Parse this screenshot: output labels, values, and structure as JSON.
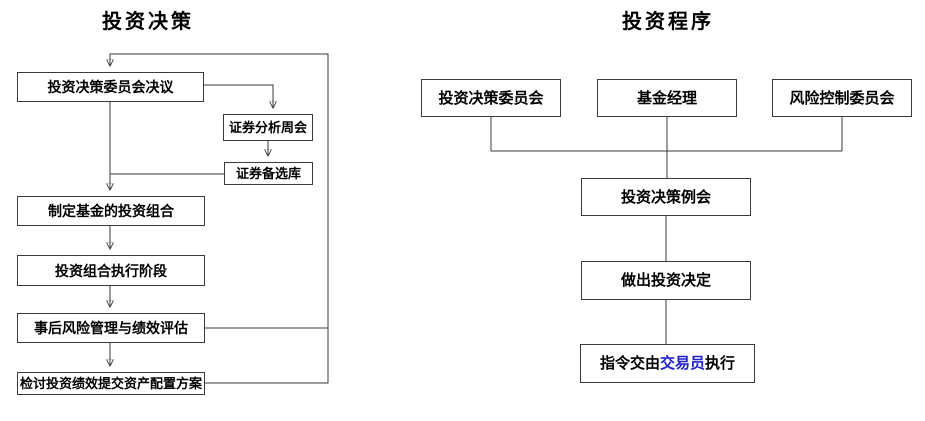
{
  "colors": {
    "line": "#3a3a3a",
    "text": "#000000",
    "highlight_text": "#2222cc",
    "background": "#ffffff"
  },
  "left_chart": {
    "title": "投资决策",
    "nodes": {
      "committee_resolution": "投资决策委员会决议",
      "securities_weekly_meeting": "证券分析周会",
      "securities_candidate_pool": "证券备选库",
      "formulate_portfolio": "制定基金的投资组合",
      "portfolio_execution": "投资组合执行阶段",
      "post_risk_evaluation": "事后风险管理与绩效评估",
      "review_performance": "检讨投资绩效提交资产配置方案"
    }
  },
  "right_chart": {
    "title": "投资程序",
    "nodes": {
      "investment_committee": "投资决策委员会",
      "fund_manager": "基金经理",
      "risk_control_committee": "风险控制委员会",
      "decision_meeting": "投资决策例会",
      "make_decision": "做出投资决定",
      "instruction_prefix": "指令交由",
      "instruction_trader": "交易员",
      "instruction_suffix": "执行"
    }
  }
}
